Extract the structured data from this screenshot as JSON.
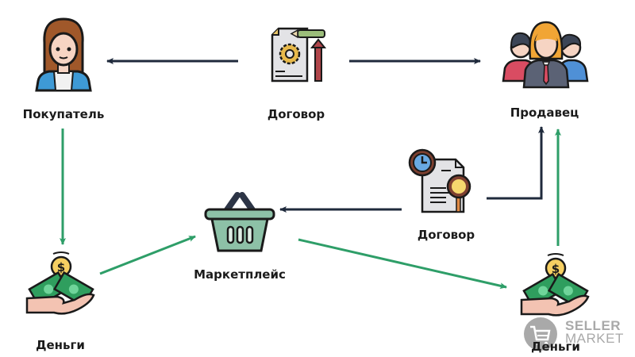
{
  "nodes": {
    "buyer": {
      "label": "Покупатель",
      "icon": "woman-avatar-icon"
    },
    "contract_top": {
      "label": "Договор",
      "icon": "contract-gear-icon"
    },
    "seller": {
      "label": "Продавец",
      "icon": "team-of-people-icon"
    },
    "contract_mid": {
      "label": "Договор",
      "icon": "contract-review-icon"
    },
    "marketplace": {
      "label": "Маркетплейс",
      "icon": "shopping-basket-icon"
    },
    "money_left": {
      "label": "Деньги",
      "icon": "money-in-hand-icon"
    },
    "money_right": {
      "label": "Деньги",
      "icon": "money-in-hand-icon"
    }
  },
  "edges": [
    {
      "from": "contract_top",
      "to": "buyer",
      "color": "#1f2a3c"
    },
    {
      "from": "contract_top",
      "to": "seller",
      "color": "#1f2a3c"
    },
    {
      "from": "buyer",
      "to": "money_left",
      "color": "#2e9e68"
    },
    {
      "from": "money_left",
      "to": "marketplace",
      "color": "#2e9e68"
    },
    {
      "from": "marketplace",
      "to": "money_right",
      "color": "#2e9e68"
    },
    {
      "from": "money_right",
      "to": "seller",
      "color": "#2e9e68"
    },
    {
      "from": "contract_mid",
      "to": "marketplace",
      "color": "#1f2a3c"
    },
    {
      "from": "contract_mid",
      "to": "seller",
      "color": "#1f2a3c"
    }
  ],
  "watermark": {
    "line1": "SELLER",
    "line2": "MARKET",
    "icon": "cart-icon"
  },
  "colors": {
    "dark_arrow": "#1f2a3c",
    "green_arrow": "#2e9e68"
  }
}
